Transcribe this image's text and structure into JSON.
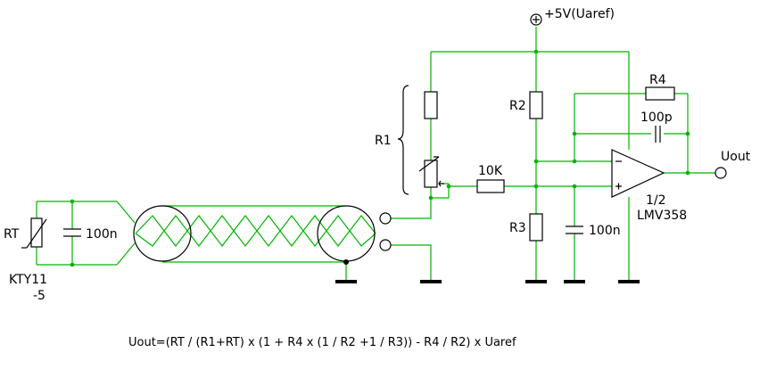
{
  "supply": {
    "label": "+5V(Uaref)"
  },
  "components": {
    "r1": "R1",
    "r2": "R2",
    "r3": "R3",
    "r4": "R4",
    "rt": "RT",
    "r10k": "10K",
    "c_rt": "100n",
    "c_r3": "100n",
    "c_fb": "100p",
    "sensor_line1": "KTY11",
    "sensor_line2": "-5",
    "opamp_line1": "1/2",
    "opamp_line2": "LMV358",
    "output": "Uout"
  },
  "formula": "Uout=(RT / (R1+RT) x (1 + R4 x (1 / R2 +1 / R3)) - R4 / R2) x Uaref",
  "colors": {
    "wire": "#00b400",
    "component": "#000000",
    "background": "#ffffff"
  }
}
